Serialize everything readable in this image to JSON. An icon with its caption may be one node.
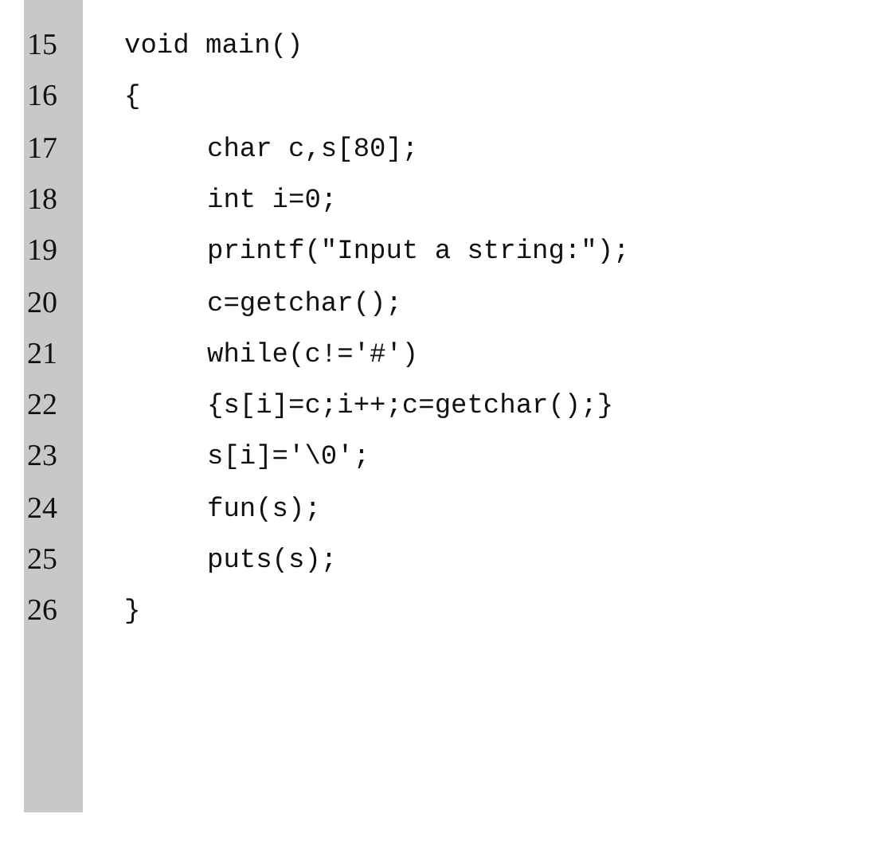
{
  "diagram": {
    "labels": [
      "15",
      "void main()",
      "16",
      "{",
      "17",
      "char c,s[80];",
      "18",
      "int i=0;",
      "19",
      "printf(\"Input a string:\");",
      "20",
      "c=getchar();",
      "21",
      "while(c!='#')",
      "22",
      "{s[i]=c;i++;c=getchar();}",
      "23",
      "s[i]='\\0';",
      "24",
      "fun(s);",
      "25",
      "puts(s);",
      "26",
      "}"
    ]
  }
}
